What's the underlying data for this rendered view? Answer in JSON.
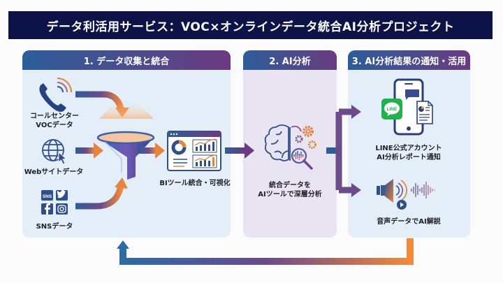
{
  "title": "データ利活用サービス：VOC×オンラインデータ統合AI分析プロジェクト",
  "colors": {
    "title_bg": "#0d1247",
    "blue": "#2d5d98",
    "purple": "#6c3a80",
    "orange": "#ee8a3c",
    "line_green": "#22b14c"
  },
  "panels": [
    {
      "header": "1. データ収集と統合",
      "sources": [
        {
          "icon": "phone-icon",
          "label_line1": "コールセンター",
          "label_line2": "VOCデータ"
        },
        {
          "icon": "globe-cursor-icon",
          "label_line1": "Webサイトデータ"
        },
        {
          "icon": "sns-icons",
          "label_line1": "SNSデータ",
          "badges": {
            "sns": "SNS"
          }
        }
      ],
      "hub": {
        "icon": "funnel-icon"
      },
      "output": {
        "icon": "bi-dashboard-icon",
        "label": "BIツール統合・可視化"
      }
    },
    {
      "header": "2. AI分析",
      "item": {
        "icon": "brain-gear-magnifier-icon",
        "label_line1": "統合データを",
        "label_line2": "AIツールで深層分析"
      }
    },
    {
      "header": "3. AI分析結果の通知・活用",
      "items": [
        {
          "icon": "phone-line-report-icon",
          "label_line1": "LINE公式アカウント",
          "label_line2": "AI分析レポート通知",
          "badge": "LINE"
        },
        {
          "icon": "speaker-waveform-icon",
          "label_line1": "音声データでAI解説"
        }
      ]
    }
  ],
  "feedback_loop": {
    "icon": "loop-arrow-icon"
  }
}
